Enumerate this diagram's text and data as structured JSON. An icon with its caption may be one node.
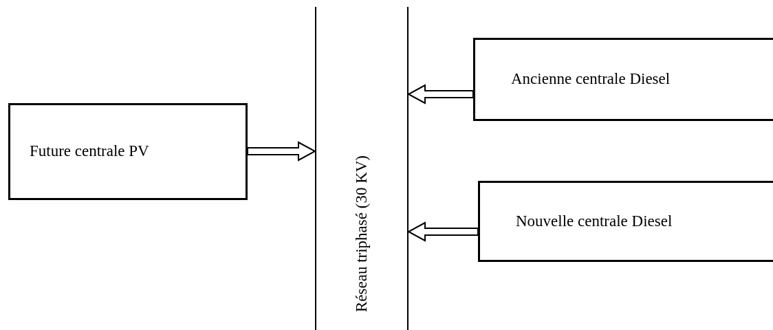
{
  "diagram": {
    "nodes": [
      {
        "text": [
          "Future centrale PV"
        ]
      },
      {
        "text": [
          "Réseau triphasé (30 KV)"
        ]
      },
      {
        "text": [
          "Ancienne centrale Diesel"
        ]
      },
      {
        "text": [
          "Nouvelle centrale Diesel"
        ]
      }
    ],
    "edges": [
      {
        "from": 0,
        "to": 1,
        "arrow": "to"
      },
      {
        "from": 2,
        "to": 1,
        "arrow": "to"
      },
      {
        "from": 3,
        "to": 1,
        "arrow": "to"
      }
    ]
  }
}
